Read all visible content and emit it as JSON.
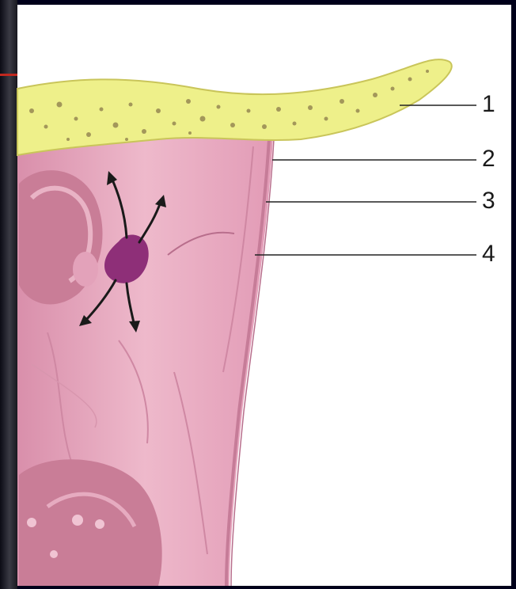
{
  "diagram": {
    "labels": [
      "1",
      "2",
      "3",
      "4"
    ],
    "colors": {
      "bone": "#eef08a",
      "bone_edge": "#c9c55a",
      "mucosa": "#e7a7bd",
      "mucosa_dark": "#c67c98",
      "lesion": "#8e2f78",
      "arrow": "#1a1a1a",
      "leader": "#222222"
    }
  }
}
